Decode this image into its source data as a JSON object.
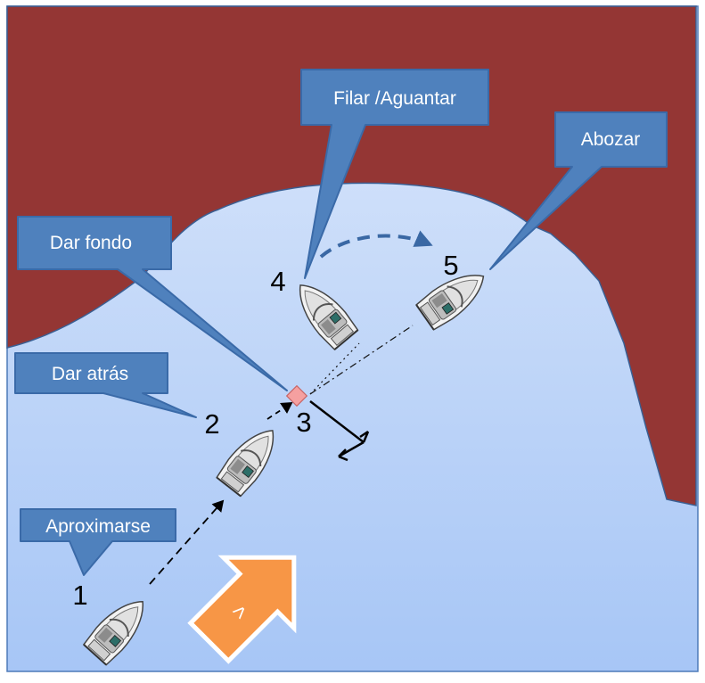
{
  "colors": {
    "water_top": "#dce8fb",
    "water_bottom": "#a7c6f6",
    "water_border": "#4d7ab8",
    "land": "#943634",
    "callout_fill": "#4f81bd",
    "callout_border": "#3a6aa8",
    "wind_arrow": "#f79646",
    "anchor": "#f5a0a0"
  },
  "callouts": [
    {
      "id": "dar-fondo",
      "label": "Dar fondo"
    },
    {
      "id": "dar-atras",
      "label": "Dar atrás"
    },
    {
      "id": "aproximarse",
      "label": "Aproximarse"
    },
    {
      "id": "filar-aguantar",
      "label": "Filar /Aguantar"
    },
    {
      "id": "abozar",
      "label": "Abozar"
    }
  ],
  "steps": [
    "1",
    "2",
    "3",
    "4",
    "5"
  ],
  "wind": {
    "icon": "wind-arrow-icon",
    "glyph": ">"
  }
}
